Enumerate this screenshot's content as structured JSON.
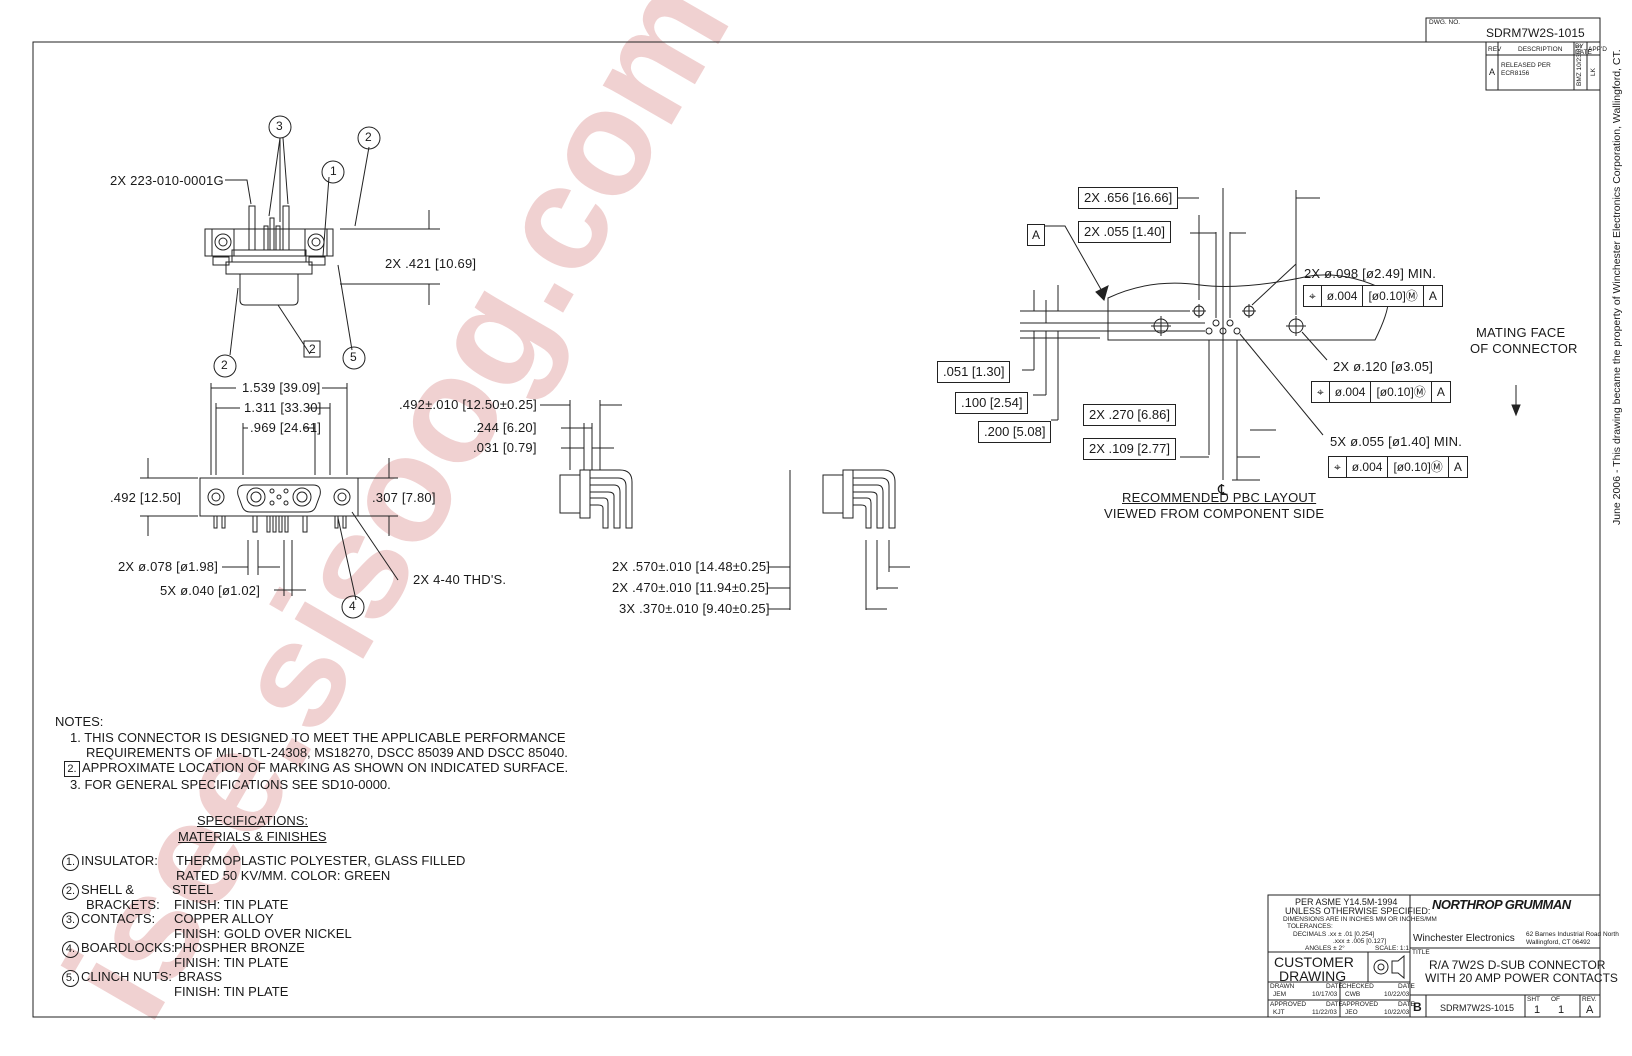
{
  "drawing_number_top": "SDRM7W2S-1015",
  "dwg_no_label": "DWG. NO.",
  "revision_block": {
    "headers": [
      "REV",
      "DESCRIPTION",
      "BY DATE",
      "APP'D"
    ],
    "rev": "A",
    "description": "RELEASED PER ECR8156",
    "by_date": "BMZ 10/23/03",
    "appd": "LK"
  },
  "side_text": "June 2006 - This drawing became the property of Winchester Electronics Corporation, Wallingford, CT.",
  "top_view": {
    "part_callout": "2X 223-010-0001G",
    "height_dim": "2X .421 [10.69]",
    "balloons": [
      "3",
      "2",
      "1",
      "2",
      "2",
      "5"
    ]
  },
  "front_view": {
    "dims": [
      "1.539 [39.09]",
      "1.311 [33.30]",
      ".969 [24.61]",
      ".492 [12.50]",
      ".307 [7.80]",
      "2X ø.078 [ø1.98]",
      "5X ø.040 [ø1.02]",
      "2X 4-40 THD'S."
    ],
    "balloon": "4"
  },
  "side_view": {
    "dims": [
      ".492±.010 [12.50±0.25]",
      ".244 [6.20]",
      ".031 [0.79]"
    ]
  },
  "side_view_2": {
    "dims": [
      "2X .570±.010 [14.48±0.25]",
      "2X .470±.010 [11.94±0.25]",
      "3X .370±.010 [9.40±0.25]"
    ]
  },
  "pcb_layout": {
    "datum": "A",
    "dims": [
      "2X .656 [16.66]",
      "2X .055 [1.40]",
      ".051 [1.30]",
      ".100 [2.54]",
      ".200 [5.08]",
      "2X .270 [6.86]",
      "2X .109 [2.77]"
    ],
    "hole_1": "2X ø.098 [ø2.49] MIN.",
    "hole_2": "2X ø.120 [ø3.05]",
    "hole_3": "5X ø.055 [ø1.40] MIN.",
    "fcf_1": [
      "⌖",
      "ø.004",
      "[ø0.10]Ⓜ",
      "A"
    ],
    "fcf_2": [
      "⌖",
      "ø.004",
      "[ø0.10]Ⓜ",
      "A"
    ],
    "fcf_3": [
      "⌖",
      "ø.004",
      "[ø0.10]Ⓜ",
      "A"
    ],
    "centerline": "℄",
    "caption_1": "RECOMMENDED PBC LAYOUT",
    "caption_2": "VIEWED FROM COMPONENT SIDE"
  },
  "mating_face": [
    "MATING FACE",
    "OF CONNECTOR"
  ],
  "notes": {
    "title": "NOTES:",
    "n1a": "1. THIS CONNECTOR IS DESIGNED TO MEET THE APPLICABLE PERFORMANCE",
    "n1b": "REQUIREMENTS OF MIL-DTL-24308, MS18270, DSCC 85039 AND DSCC 85040.",
    "n2num": "2.",
    "n2": "APPROXIMATE LOCATION OF MARKING AS SHOWN ON INDICATED SURFACE.",
    "n3": "3. FOR GENERAL SPECIFICATIONS SEE SD10-0000."
  },
  "specs": {
    "title": "SPECIFICATIONS:",
    "subtitle": "MATERIALS & FINISHES",
    "items": [
      {
        "num": "1.",
        "label": "INSULATOR:",
        "lines": [
          "THERMOPLASTIC POLYESTER, GLASS FILLED",
          "RATED 50 KV/MM.     COLOR: GREEN"
        ]
      },
      {
        "num": "2.",
        "label": "SHELL &",
        "label2": "BRACKETS:",
        "lines": [
          "STEEL",
          "FINISH: TIN PLATE"
        ]
      },
      {
        "num": "3.",
        "label": "CONTACTS:",
        "lines": [
          "COPPER ALLOY",
          "FINISH: GOLD OVER NICKEL"
        ]
      },
      {
        "num": "4.",
        "label": "BOARDLOCKS:",
        "lines": [
          "PHOSPHER BRONZE",
          "FINISH: TIN PLATE"
        ]
      },
      {
        "num": "5.",
        "label": "CLINCH NUTS:",
        "lines": [
          "BRASS",
          "FINISH: TIN PLATE"
        ]
      }
    ]
  },
  "title_block": {
    "std": "PER ASME Y14.5M-1994",
    "unless": "UNLESS OTHERWISE SPECIFIED:",
    "dims_in": "DIMENSIONS ARE IN INCHES  MM  OR INCHES/MM",
    "tol": "TOLERANCES:",
    "dec1": "DECIMALS  .xx ± .01 [0.254]",
    "dec2": ".xxx ± .005 [0.127]",
    "angles": "ANGLES ± 2°",
    "scale": "SCALE: 1:1",
    "customer1": "CUSTOMER",
    "customer2": "DRAWING",
    "drawn_lbl": "DRAWN",
    "drawn": "JEM",
    "drawn_date": "10/17/03",
    "checked_lbl": "CHECKED",
    "checked": "CWB",
    "checked_date": "10/22/03",
    "approved_lbl": "APPROVED",
    "approved": "KJT",
    "approved_date": "11/22/03",
    "approved2": "JEO",
    "approved2_date": "10/22/03",
    "date_lbl": "DATE",
    "logo": "NORTHROP GRUMMAN",
    "company": "Winchester Electronics",
    "address1": "62 Barnes Industrial Road North",
    "address2": "Wallingford, CT 06492",
    "title_lbl": "TITLE",
    "title1": "R/A 7W2S D-SUB CONNECTOR",
    "title2": "WITH 20 AMP POWER CONTACTS",
    "size": "B",
    "dwg_no": "SDRM7W2S-1015",
    "sht_lbl": "SHT",
    "sht": "1",
    "of_lbl": "OF",
    "of": "1",
    "rev_lbl": "REV.",
    "rev": "A"
  },
  "watermark": "isee.sisoog.com"
}
